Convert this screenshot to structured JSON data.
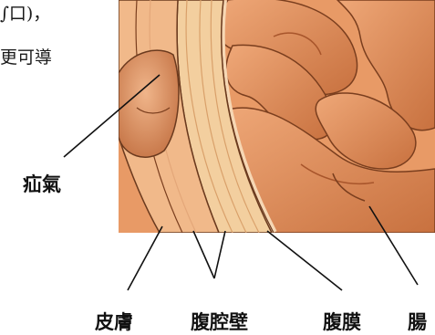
{
  "text_fragments": {
    "line1": "∫口)，",
    "line2": "更可導"
  },
  "labels": {
    "hernia": "疝氣",
    "skin": "皮膚",
    "abdominal_wall": "腹腔壁",
    "peritoneum": "腹膜",
    "intestine": "腸"
  },
  "colors": {
    "skin_tone": "#f1b98a",
    "muscle_wall": "#f3cf9f",
    "intestine": "#de8a57",
    "intestine_shadow": "#b9643a",
    "outline": "#6b3a1e"
  }
}
